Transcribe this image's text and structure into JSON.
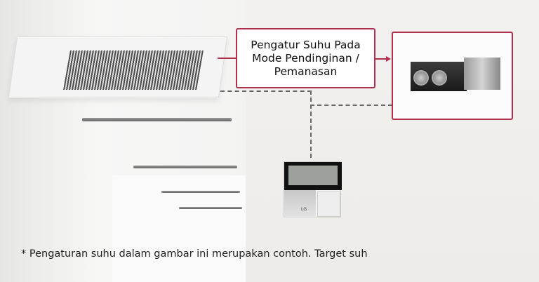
{
  "diagram": {
    "label": "Pengatur Suhu Pada Mode Pendinginan / Pemanasan",
    "remote_logo": "LG",
    "footnote": "* Pengaturan suhu dalam gambar ini merupakan contoh. Target suh",
    "accent_color": "#b0304e"
  }
}
